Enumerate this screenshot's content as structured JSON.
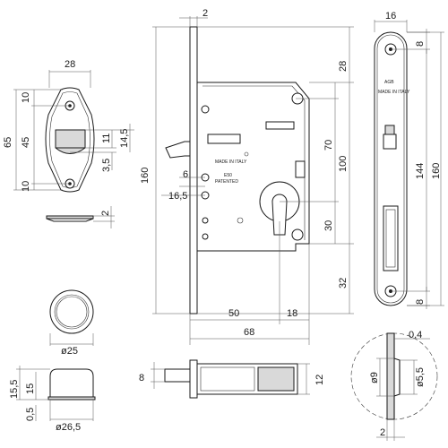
{
  "plate": {
    "width": "28",
    "height": "65",
    "gap": "45",
    "edge_top": "10",
    "edge_bottom": "10",
    "slot_h": "11",
    "slot_h2": "14,5",
    "slot_offset": "3,5",
    "thickness": "2"
  },
  "ring": {
    "diameter": "ø25"
  },
  "cylinder": {
    "diameter": "ø26,5",
    "height_total": "15,5",
    "height": "15",
    "base": "0,5"
  },
  "lock": {
    "plate_thickness": "2",
    "height": "160",
    "top": "28",
    "spacing_70": "70",
    "spacing_100": "100",
    "spacing_30": "30",
    "bottom": "32",
    "bolt": "6",
    "backset": "16,5",
    "width_50": "50",
    "width_18": "18",
    "width_68": "68",
    "mark_italy": "MADE IN ITALY",
    "mark_e50": "E50",
    "mark_patented": "PATENTED"
  },
  "faceplate": {
    "width": "16",
    "hole_top": "8",
    "hole_bottom": "8",
    "spacing": "144",
    "height": "160",
    "mark_top": "AGB",
    "mark_italy": "MADE IN ITALY"
  },
  "bolt": {
    "height_left": "8",
    "height_right": "12"
  },
  "detail": {
    "offset": "0,4",
    "diameter": "ø9",
    "diameter_small": "ø5,5",
    "thickness": "2"
  }
}
